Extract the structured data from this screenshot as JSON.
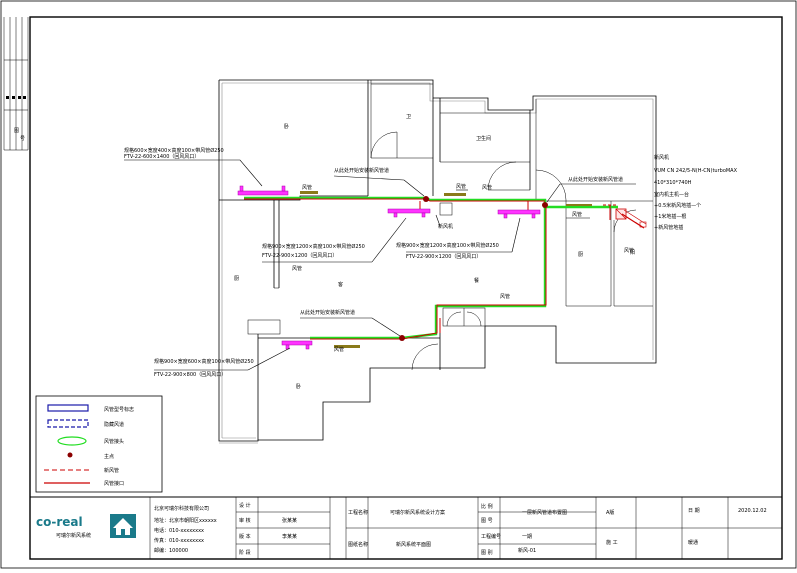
{
  "rooms": {
    "r1": "卧",
    "r2": "卫",
    "r3": "卫生间",
    "r4": "客",
    "r5": "厨",
    "r6": "阳",
    "r7": "厨",
    "r8": "餐",
    "r9": "卧"
  },
  "units": [
    {
      "line1": "规格600×宽度400×高度100×带风管Ø250",
      "line2": "FTV-22-600×1400（回风风口）"
    },
    {
      "line1": "规格900×宽度1200×高度100×带风管Ø250",
      "line2": "FTV-22-900×1200（回风风口）"
    },
    {
      "line1": "规格900×宽度1200×高度100×带风管Ø250",
      "line2": "FTV-22-900×1200（回风风口）"
    },
    {
      "line1": "规格900×宽度600×高度100×带风管Ø250",
      "line2": "FTV-22-900×800（回风风口）"
    }
  ],
  "callouts": {
    "c1": "从此处开始安装新风管道",
    "c2": "从此处开始安装新风管道",
    "c3": "从此处开始安装新风管道",
    "c4": "风管",
    "c5": "风管",
    "c6": "风管",
    "c7": "风管",
    "c8": "风管",
    "c9": "风管",
    "c10": "新风机",
    "c11": "风管",
    "c12": "风管"
  },
  "spec": {
    "title": "新风机",
    "lines": [
      "VUM CN 242/5-N(H-CN)turboMAX",
      "410*310*740H",
      "室内机主机—台",
      "+0.5米新风地插—个",
      "+1米地插—根",
      "+新风管地插"
    ]
  },
  "legend": [
    {
      "label": "风管型号标志"
    },
    {
      "label": "隐藏风道"
    },
    {
      "label": "风管接头"
    },
    {
      "label": "主点"
    },
    {
      "label": "新风管"
    },
    {
      "label": "风管接口"
    }
  ],
  "titleblock": {
    "logo": "co-real",
    "logo_sub": "可瑞尔新风系统",
    "company": "北京可瑞尔科技有限公司",
    "company_l2": "地址：北京市朝阳区xxxxxx",
    "company_l3": "电话：010-xxxxxxxx",
    "company_l4": "传真：010-xxxxxxxx",
    "company_l5": "邮编：100000",
    "h_designer": "设 计",
    "v_designer": "张某某",
    "h_checker": "审 核",
    "v_checker": "李某某",
    "h_project": "工程名称",
    "v_project": "可瑞尔新风系统设计方案",
    "h_drawing": "图纸名称",
    "v_drawing": "新风系统平面图",
    "h_scale": "比 例",
    "v_scale": "一层新风管道布置图",
    "h_no": "图 号",
    "v_no": "新风-01",
    "h_version": "版 本",
    "v_version": "A版",
    "h_stage": "阶 段",
    "v_stage": "施 工",
    "h_proj_no": "工程编号",
    "v_proj_no": "一期",
    "h_date": "日 期",
    "v_date": "2020.12.02",
    "h_sheet": "图 别",
    "v_sheet": "暖通"
  },
  "side_strip": {
    "a": "图",
    "b": "号"
  }
}
